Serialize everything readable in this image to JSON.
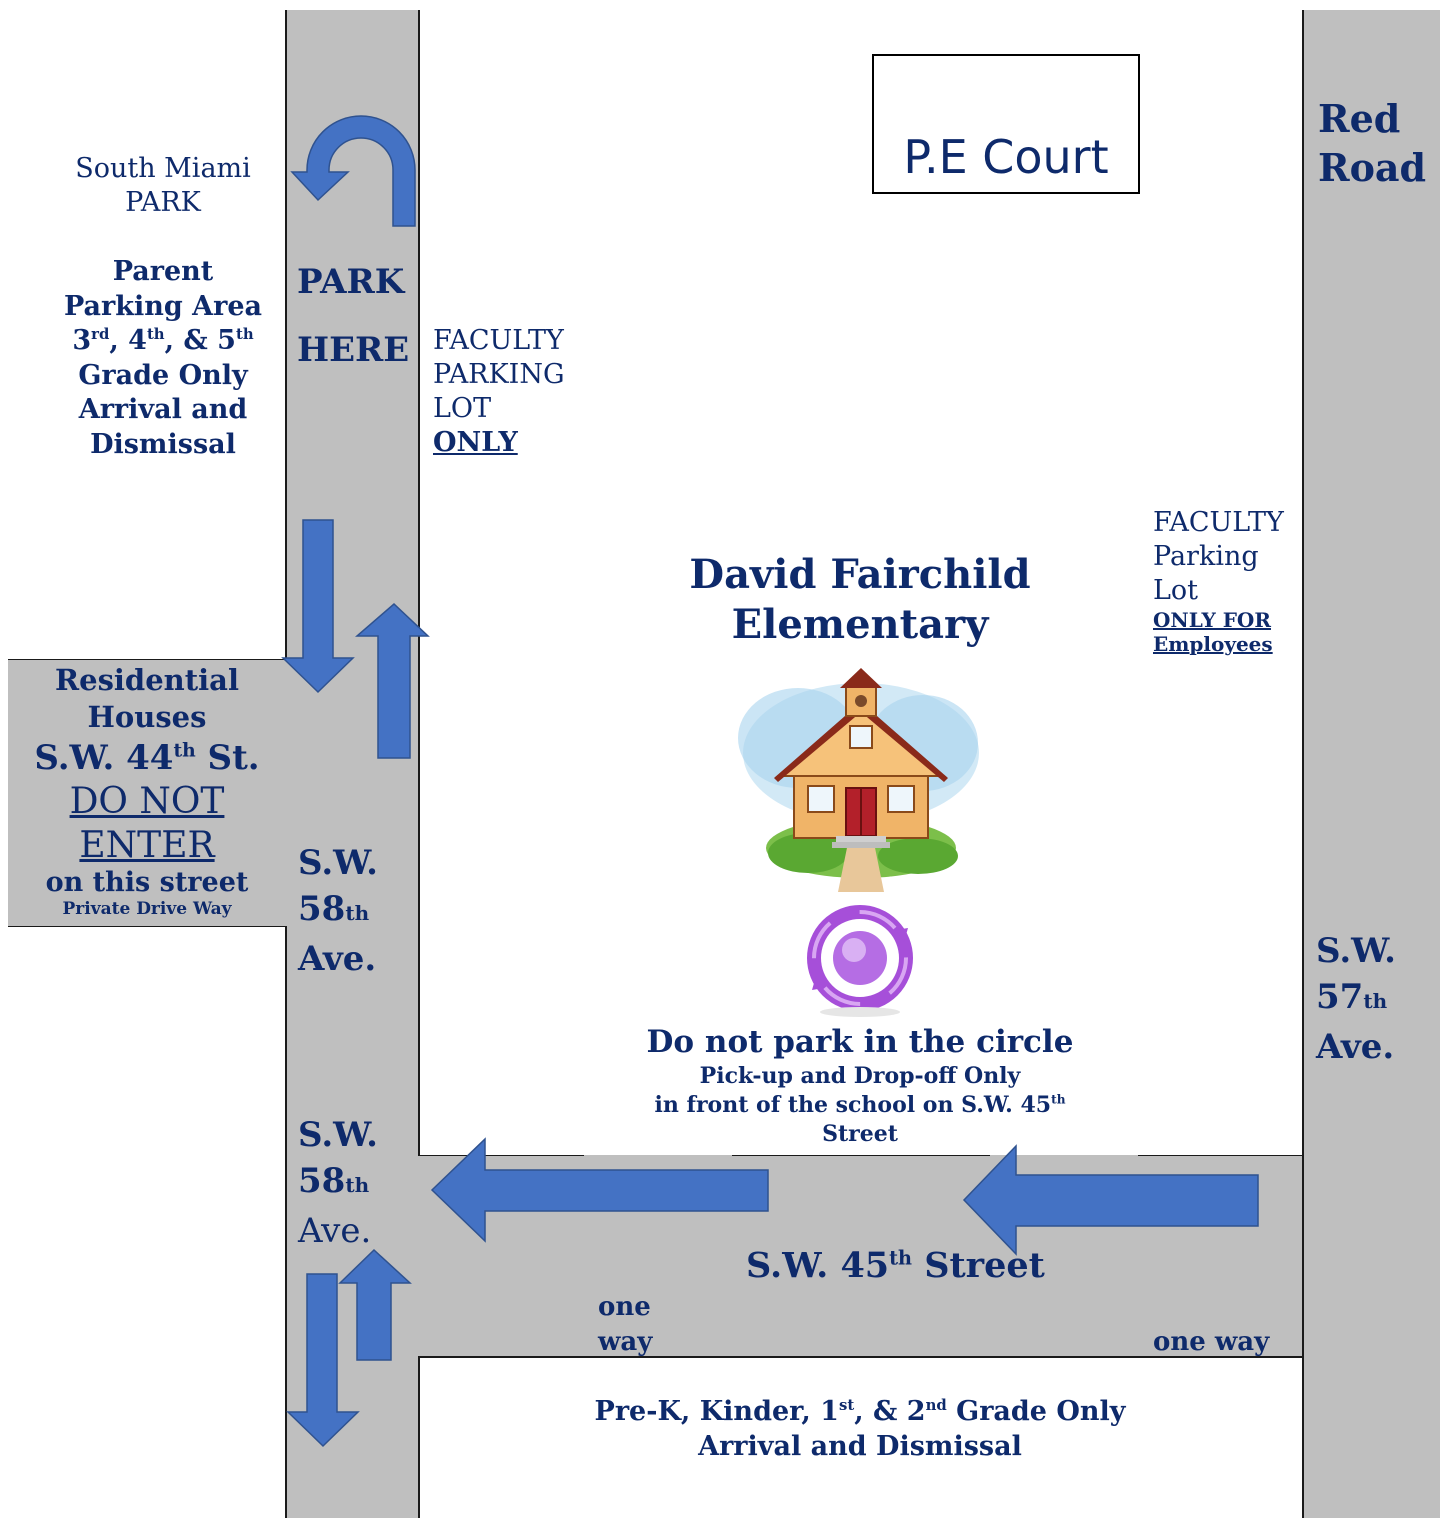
{
  "labels": {
    "south_miami_park": [
      "South Miami",
      "PARK"
    ],
    "parent_parking": {
      "line1": "Parent",
      "line2": "Parking Area",
      "grades": [
        "3",
        "rd",
        ", 4",
        "th",
        ", & 5",
        "th"
      ],
      "line4": "Grade Only",
      "line5": "Arrival and",
      "line6": "Dismissal"
    },
    "park_here": [
      "PARK",
      "HERE"
    ],
    "faculty_lot_1": [
      "FACULTY",
      "PARKING",
      "LOT",
      "ONLY"
    ],
    "pe_court": "P.E Court",
    "red_road": [
      "Red",
      "Road"
    ],
    "faculty_lot_2": [
      "FACULTY",
      "Parking",
      "Lot",
      "ONLY FOR",
      "Employees"
    ],
    "school_name": [
      "David Fairchild",
      "Elementary"
    ],
    "residential": {
      "line1": "Residential",
      "line2": "Houses",
      "street": [
        "S.W. 44",
        "th",
        " St."
      ],
      "warn1": "DO NOT",
      "warn2": "ENTER",
      "line5": "on this street",
      "line6": "Private Drive Way"
    },
    "sw58_upper": [
      "S.W.",
      "58",
      "th",
      "Ave."
    ],
    "sw58_lower": [
      "S.W.",
      "58",
      "th",
      "Ave."
    ],
    "sw57": [
      "S.W.",
      "57",
      "th",
      "Ave."
    ],
    "circle_title": "Do not park in the circle",
    "circle_sub1": "Pick-up and Drop-off Only",
    "circle_sub2": [
      "in front of the school on S.W. 45",
      "th"
    ],
    "circle_sub3": "Street",
    "sw45": [
      "S.W. 45",
      "th",
      " Street"
    ],
    "one_way_left": [
      "one",
      "way"
    ],
    "one_way_right": "one way",
    "bottom_grades": [
      "Pre-K, Kinder, 1",
      "st",
      ",  & 2",
      "nd",
      " Grade Only"
    ],
    "bottom_arrival": "Arrival and Dismissal"
  },
  "colors": {
    "road": "#bfbfbf",
    "arrow": "#4472c4",
    "text": "#0e2a6b"
  }
}
